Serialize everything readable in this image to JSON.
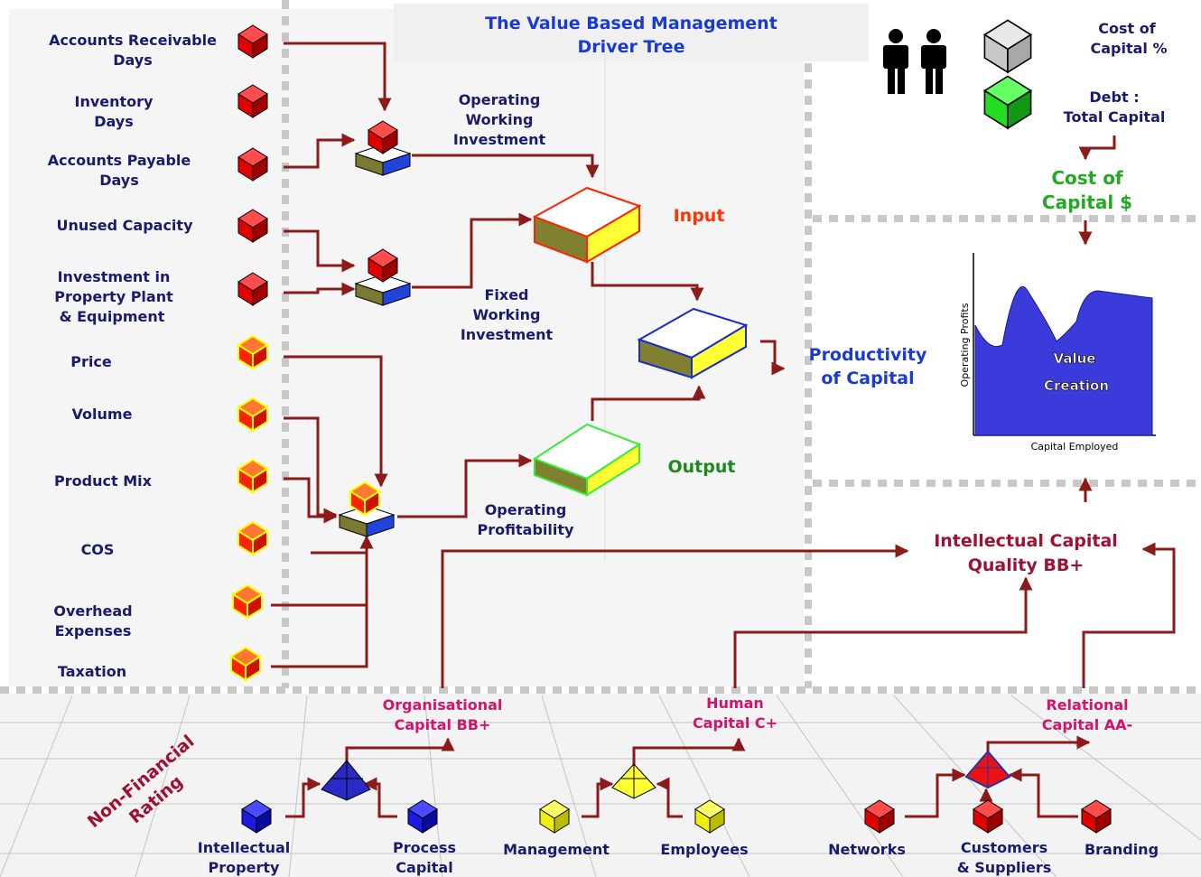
{
  "title": {
    "line1": "The Value Based Management",
    "line2": "Driver Tree"
  },
  "drivers": [
    {
      "lines": [
        "Accounts Receivable",
        "Days"
      ],
      "color": "red"
    },
    {
      "lines": [
        "Inventory",
        "Days"
      ],
      "color": "red"
    },
    {
      "lines": [
        "Accounts Payable",
        "Days"
      ],
      "color": "red"
    },
    {
      "lines": [
        "Unused Capacity"
      ],
      "color": "red"
    },
    {
      "lines": [
        "Investment in",
        "Property Plant",
        "& Equipment"
      ],
      "color": "red"
    },
    {
      "lines": [
        "Price"
      ],
      "color": "yellow"
    },
    {
      "lines": [
        "Volume"
      ],
      "color": "yellow"
    },
    {
      "lines": [
        "Product Mix"
      ],
      "color": "yellow"
    },
    {
      "lines": [
        "COS"
      ],
      "color": "yellow"
    },
    {
      "lines": [
        "Overhead",
        "Expenses"
      ],
      "color": "yellow"
    },
    {
      "lines": [
        "Taxation"
      ],
      "color": "yellow"
    }
  ],
  "nodes": {
    "owi": {
      "lines": [
        "Operating",
        "Working",
        "Investment"
      ]
    },
    "fwi": {
      "lines": [
        "Fixed",
        "Working",
        "Investment"
      ]
    },
    "op": {
      "lines": [
        "Operating",
        "Profitability"
      ]
    },
    "input": "Input",
    "output": "Output",
    "productivity": {
      "lines": [
        "Productivity",
        "of Capital"
      ]
    }
  },
  "cost_of_capital": {
    "pct_label": [
      "Cost of",
      "Capital %"
    ],
    "debt_label": [
      "Debt :",
      "Total Capital"
    ],
    "dollar_label": [
      "Cost of",
      "Capital $"
    ]
  },
  "value_chart": {
    "ylabel": "Operating Profits",
    "xlabel": "Capital Employed",
    "text_lines": [
      "Value",
      "Creation"
    ]
  },
  "intellectual_capital": [
    "Intellectual Capital",
    "Quality BB+"
  ],
  "non_financial": {
    "rating_label": [
      "Non-Financial",
      "Rating"
    ],
    "groups": [
      {
        "capital": [
          "Organisational",
          "Capital BB+"
        ],
        "items": [
          [
            "Intellectual",
            "Property"
          ],
          [
            "Process",
            "Capital"
          ]
        ]
      },
      {
        "capital": [
          "Human",
          "Capital C+"
        ],
        "items": [
          [
            "Management"
          ],
          [
            "Employees"
          ]
        ]
      },
      {
        "capital": [
          "Relational",
          "Capital AA-"
        ],
        "items": [
          [
            "Networks"
          ],
          [
            "Customers",
            "& Suppliers"
          ],
          [
            "Branding"
          ]
        ]
      }
    ]
  },
  "colors": {
    "arrow": "#8b1a1a",
    "navy": "#1a1a6e",
    "input_orange": "#ff3300",
    "output_green": "#1a8a1a",
    "cost_green": "#22aa22",
    "magenta": "#d4146a",
    "chart_blue": "#3b3bdb"
  }
}
